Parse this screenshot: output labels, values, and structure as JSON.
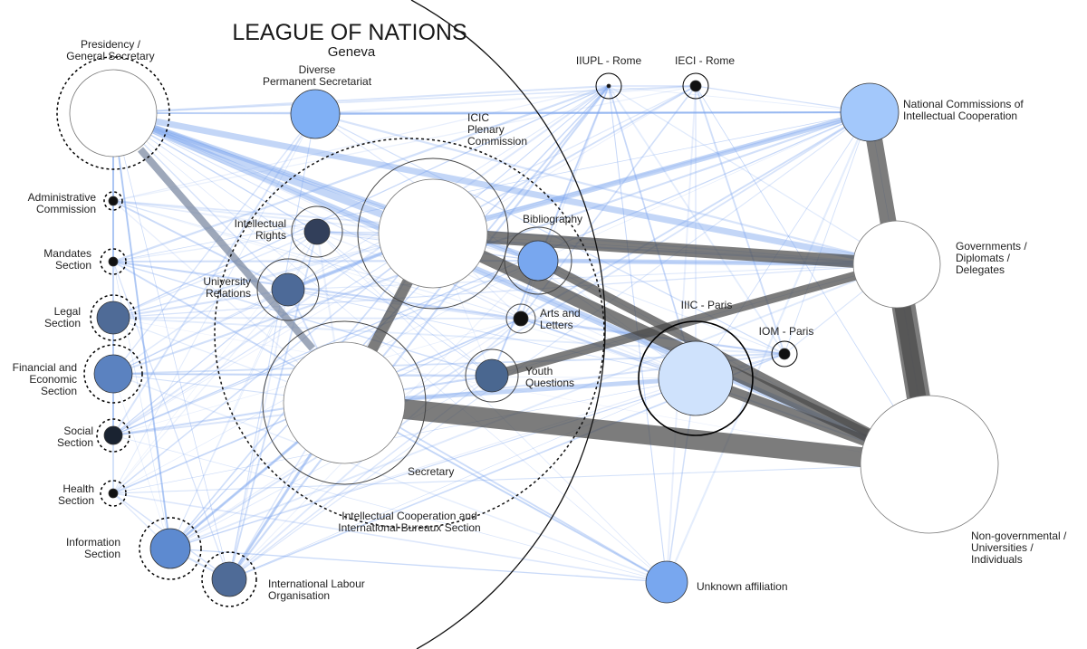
{
  "title": "LEAGUE OF NATIONS",
  "subtitle": "Geneva",
  "colors": {
    "light_edge": "#7aa3ee",
    "strong_edge": "#4a4a4a",
    "slate_edge": "#7d8ba3"
  },
  "nodes": {
    "presidency": [
      "Presidency /",
      "General Secretary"
    ],
    "diverse": [
      "Diverse",
      "Permanent Secretariat"
    ],
    "admin": [
      "Administrative",
      "Commission"
    ],
    "mandates": [
      "Mandates",
      "Section"
    ],
    "legal": [
      "Legal",
      "Section"
    ],
    "financial": [
      "Financial and",
      "Economic",
      "Section"
    ],
    "social": [
      "Social",
      "Section"
    ],
    "health": [
      "Health",
      "Section"
    ],
    "information": [
      "Information",
      "Section"
    ],
    "ilo": [
      "International Labour",
      "Organisation"
    ],
    "icic": [
      "ICIC",
      "Plenary",
      "Commission"
    ],
    "rights": [
      "Intellectual",
      "Rights"
    ],
    "university": [
      "University",
      "Relations"
    ],
    "secretary": [
      "Secretary"
    ],
    "section": [
      "Intellectual Cooperation and",
      "International Bureaux Section"
    ],
    "bibliography": [
      "Bibliography"
    ],
    "arts": [
      "Arts and",
      "Letters"
    ],
    "youth": [
      "Youth",
      "Questions"
    ],
    "iiic": [
      "IIIC - Paris"
    ],
    "iom": [
      "IOM - Paris"
    ],
    "iiupl": [
      "IIUPL - Rome"
    ],
    "ieci": [
      "IECI - Rome"
    ],
    "national": [
      "National Commissions of",
      "Intellectual Cooperation"
    ],
    "governments": [
      "Governments /",
      "Diplomats /",
      "Delegates"
    ],
    "nongov": [
      "Non-governmental /",
      "Universities /",
      "Individuals"
    ],
    "unknown": [
      "Unknown affiliation"
    ]
  },
  "strong_edges": [
    [
      "secretary",
      "icic",
      12
    ],
    [
      "icic",
      "governments",
      14
    ],
    [
      "icic",
      "nongov",
      14
    ],
    [
      "secretary",
      "nongov",
      22
    ],
    [
      "youth",
      "governments",
      10
    ],
    [
      "national",
      "nongov",
      18
    ],
    [
      "governments",
      "nongov",
      26
    ],
    [
      "iiic",
      "nongov",
      12
    ],
    [
      "bibliography",
      "nongov",
      10
    ]
  ],
  "blue_edges": [
    [
      "presidency",
      "national",
      2
    ],
    [
      "presidency",
      "governments",
      7
    ],
    [
      "presidency",
      "icic",
      8
    ],
    [
      "presidency",
      "nongov",
      7
    ],
    [
      "presidency",
      "bibliography",
      6
    ],
    [
      "presidency",
      "information",
      2
    ],
    [
      "diverse",
      "national",
      2
    ],
    [
      "icic",
      "national",
      6
    ],
    [
      "bibliography",
      "governments",
      5
    ],
    [
      "university",
      "icic",
      4
    ],
    [
      "iiic",
      "secretary",
      5
    ],
    [
      "information",
      "secretary",
      3
    ],
    [
      "ilo",
      "secretary",
      3
    ]
  ]
}
